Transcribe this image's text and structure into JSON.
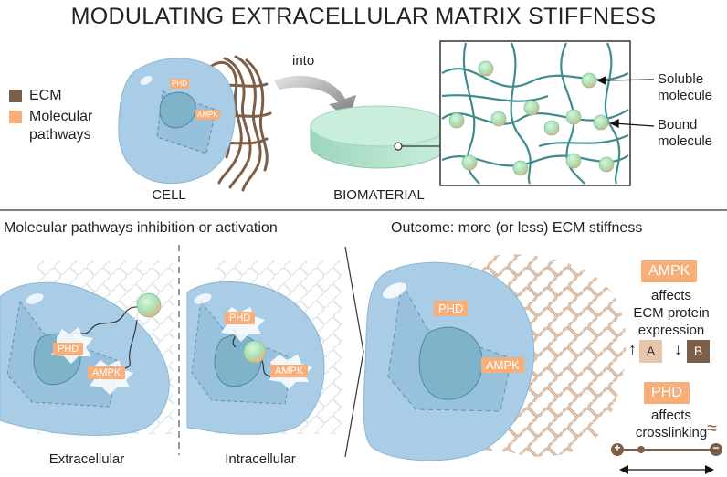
{
  "title": "MODULATING EXTRACELLULAR MATRIX STIFFNESS",
  "legend": {
    "ecm_label": "ECM",
    "molecular_label_line1": "Molecular",
    "molecular_label_line2": "pathways",
    "ecm_color": "#7d5e47",
    "molecular_color": "#f7ae78"
  },
  "top": {
    "cell_label": "CELL",
    "biomaterial_label": "BIOMATERIAL",
    "into_label": "into",
    "cell_tag_phd": "PHD",
    "cell_tag_ampk": "AMPK",
    "soluble_line1": "Soluble",
    "soluble_line2": "molecule",
    "bound_line1": "Bound",
    "bound_line2": "molecule"
  },
  "bottom": {
    "section_left_title": "Molecular pathways inhibition or activation",
    "section_right_title": "Outcome: more (or less) ECM stiffness",
    "extracellular_label": "Extracellular",
    "intracellular_label": "Intracellular",
    "tag_phd": "PHD",
    "tag_ampk": "AMPK"
  },
  "outcome": {
    "ampk_tag": "AMPK",
    "ampk_affects": "affects",
    "ampk_desc_line1": "ECM protein",
    "ampk_desc_line2": "expression",
    "up_arrow": "↑",
    "box_a": "A",
    "down_arrow": "↓",
    "box_b": "B",
    "phd_tag": "PHD",
    "phd_affects": "affects",
    "phd_desc": "crosslinking",
    "wave_symbol": "≈",
    "plus_symbol": "+",
    "minus_symbol": "−"
  },
  "colors": {
    "cell_fill": "#a9cde6",
    "nucleus_fill": "#7fb3c9",
    "ecm_brown": "#7d5e47",
    "ecm_tan": "#d3b094",
    "network_teal": "#3f8c8c",
    "biomaterial_green": "#bfe8d4",
    "accent_orange": "#f7ae78"
  }
}
